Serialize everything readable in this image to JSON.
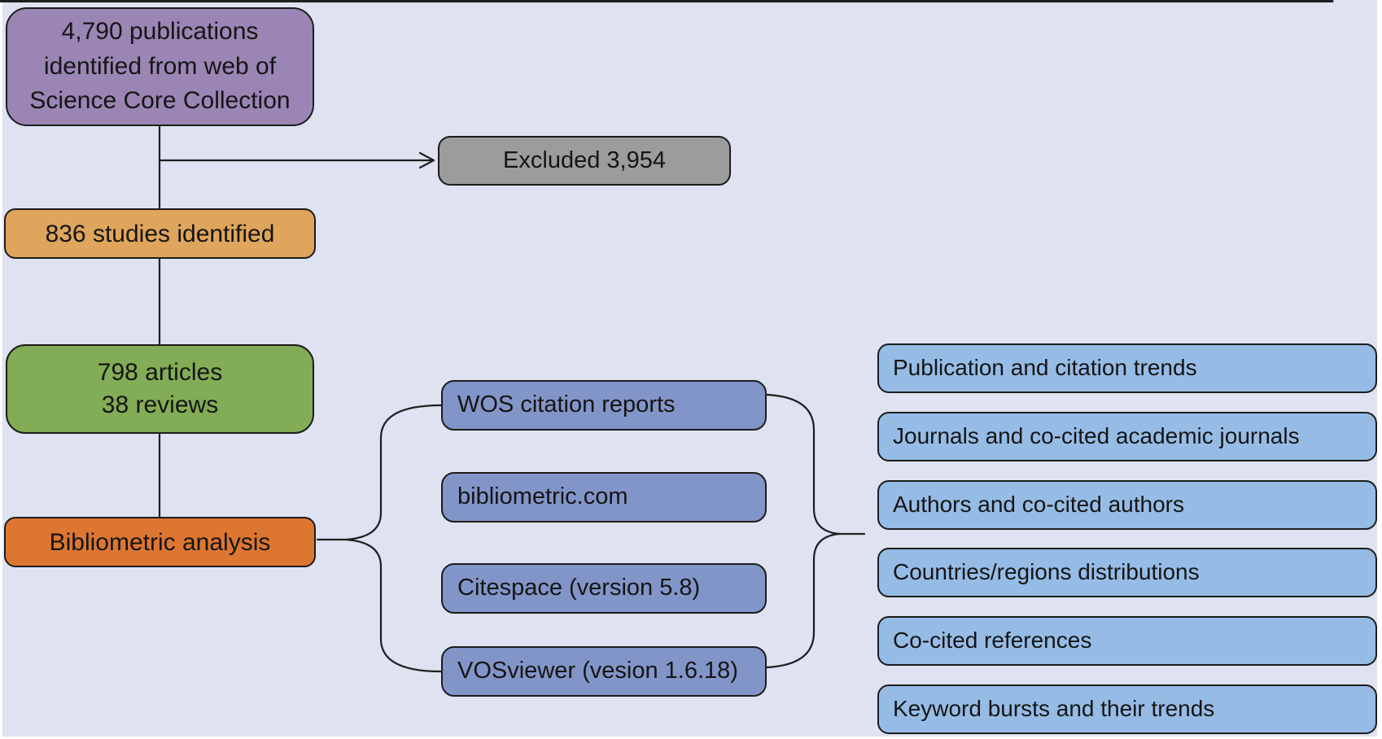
{
  "diagram": {
    "background_color": "#dee2f1",
    "line_color": "#1f1f1f",
    "nodes": {
      "source": {
        "lines": [
          "4,790 publications",
          "identified from web of",
          "Science Core Collection"
        ],
        "fill": "#9a85b5"
      },
      "excluded": {
        "label": "Excluded 3,954",
        "fill": "#9c9c9c"
      },
      "studies": {
        "label": "836 studies identified",
        "fill": "#dfa55c"
      },
      "included": {
        "line1": "798 articles",
        "line2": "38 reviews",
        "fill": "#82ac55"
      },
      "analysis": {
        "label": "Bibliometric analysis",
        "fill": "#dd7631"
      },
      "tools": [
        {
          "label": "WOS citation reports"
        },
        {
          "label": "bibliometric.com"
        },
        {
          "label": "Citespace (version 5.8)"
        },
        {
          "label": "VOSviewer (vesion 1.6.18)"
        }
      ],
      "tool_fill": "#8295c8",
      "outcomes": [
        {
          "label": "Publication and citation trends"
        },
        {
          "label": "Journals and co-cited academic journals"
        },
        {
          "label": "Authors and co-cited authors"
        },
        {
          "label": "Countries/regions distributions"
        },
        {
          "label": "Co-cited references"
        },
        {
          "label": "Keyword bursts and their trends"
        }
      ],
      "outcome_fill": "#96bce6"
    }
  }
}
